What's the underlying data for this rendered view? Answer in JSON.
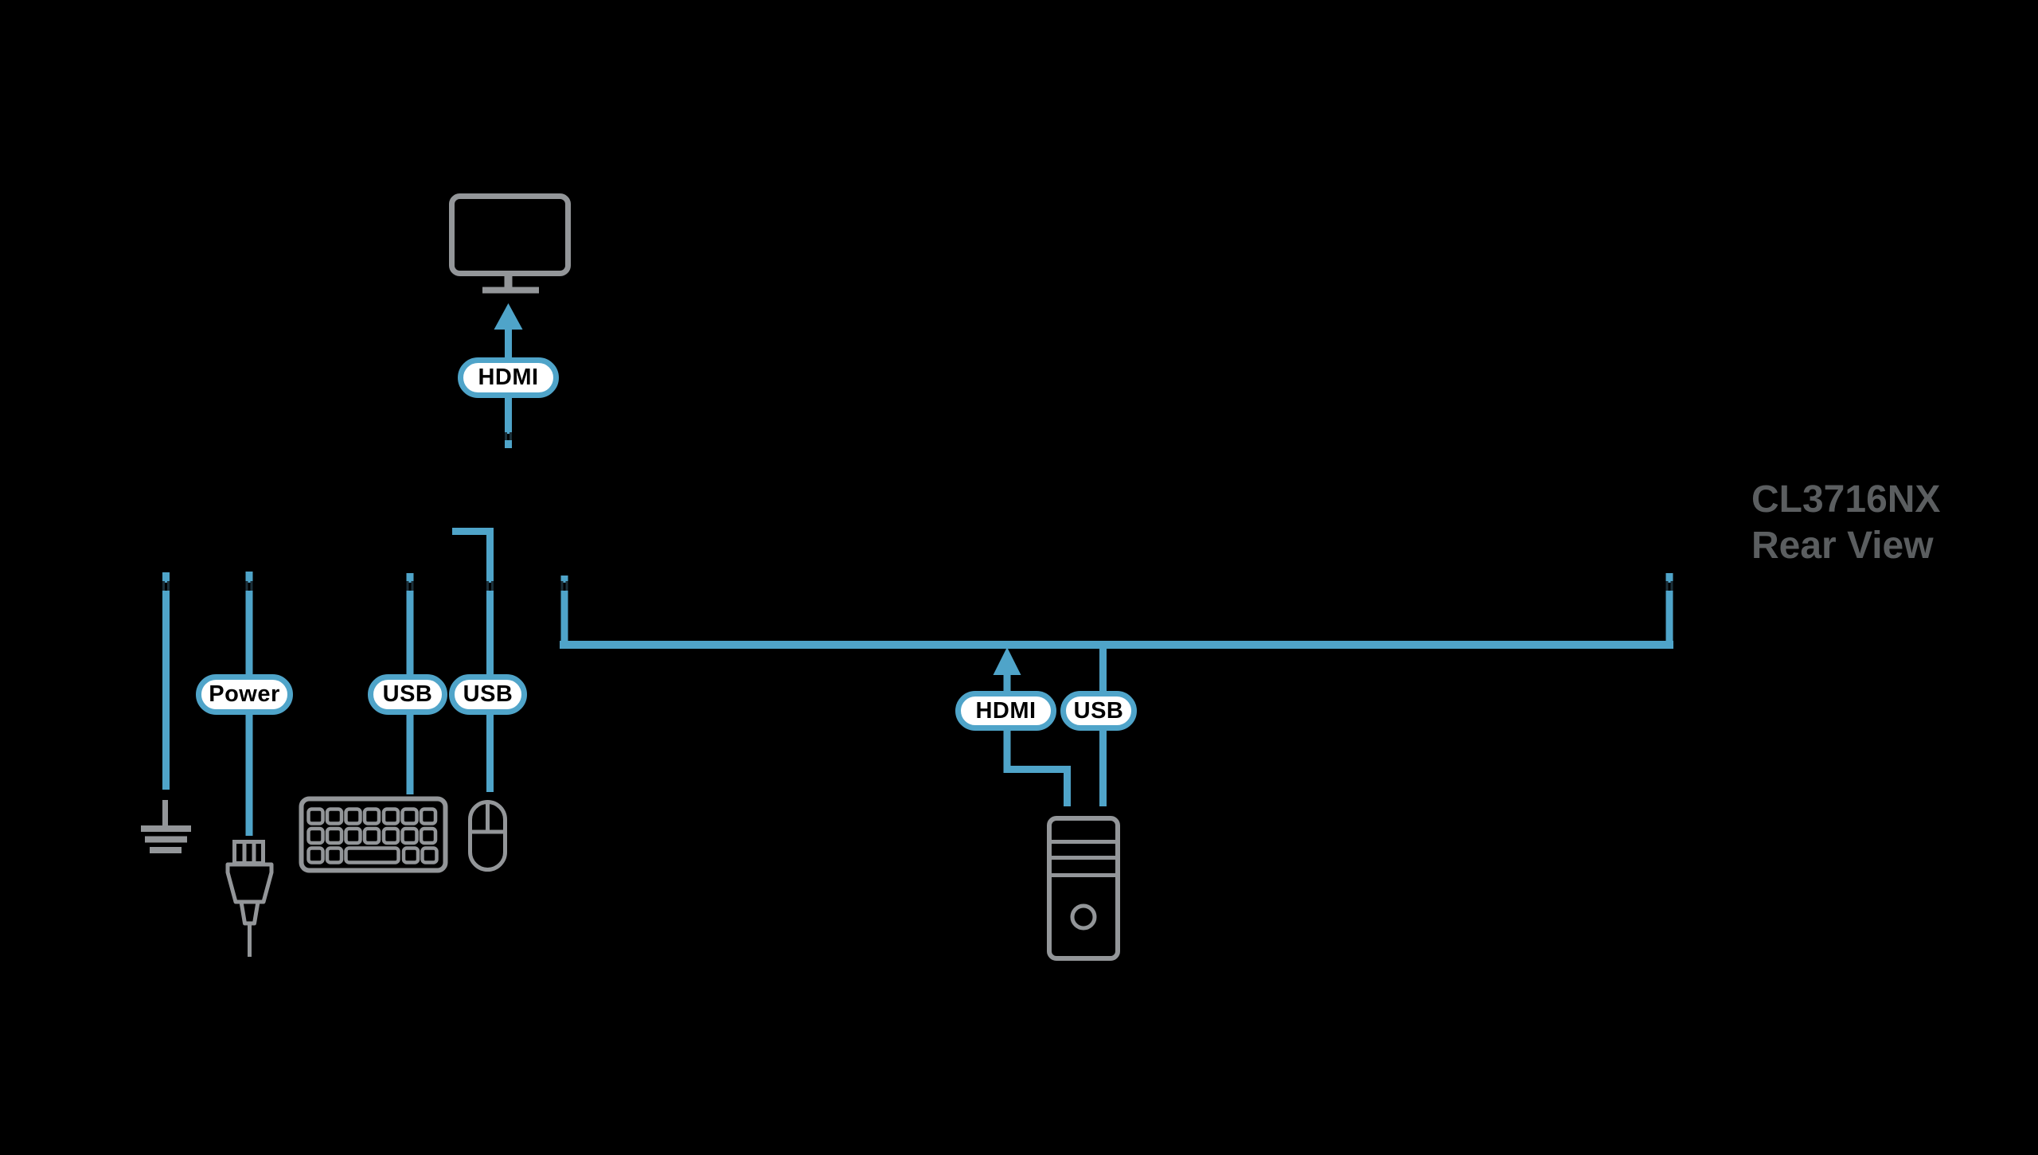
{
  "title": {
    "line1": "CL3716NX",
    "line2": "Rear View"
  },
  "labels": {
    "hdmi_monitor": "HDMI",
    "power": "Power",
    "usb_keyboard": "USB",
    "usb_mouse": "USB",
    "hdmi_cpu": "HDMI",
    "usb_cpu": "USB"
  },
  "colors": {
    "background": "#000000",
    "cable-blue": "#4FA4C9",
    "pill-border": "#4FA4C9",
    "pill-bg": "#FFFFFF",
    "pill-text": "#000000",
    "device-gray": "#939699",
    "title-text": "#5B5E60",
    "notch-dark": "#1C313B"
  },
  "icons": {
    "monitor-icon": "display with stand",
    "keyboard-icon": "keyboard outline with key grid",
    "mouse-icon": "two-button mouse outline",
    "grounding-wire-icon": "earth ground symbol",
    "power-plug-icon": "3-prong power plug",
    "computer-tower-icon": "PC tower with power button",
    "up-arrow-icon": "blue arrowhead on cable"
  }
}
